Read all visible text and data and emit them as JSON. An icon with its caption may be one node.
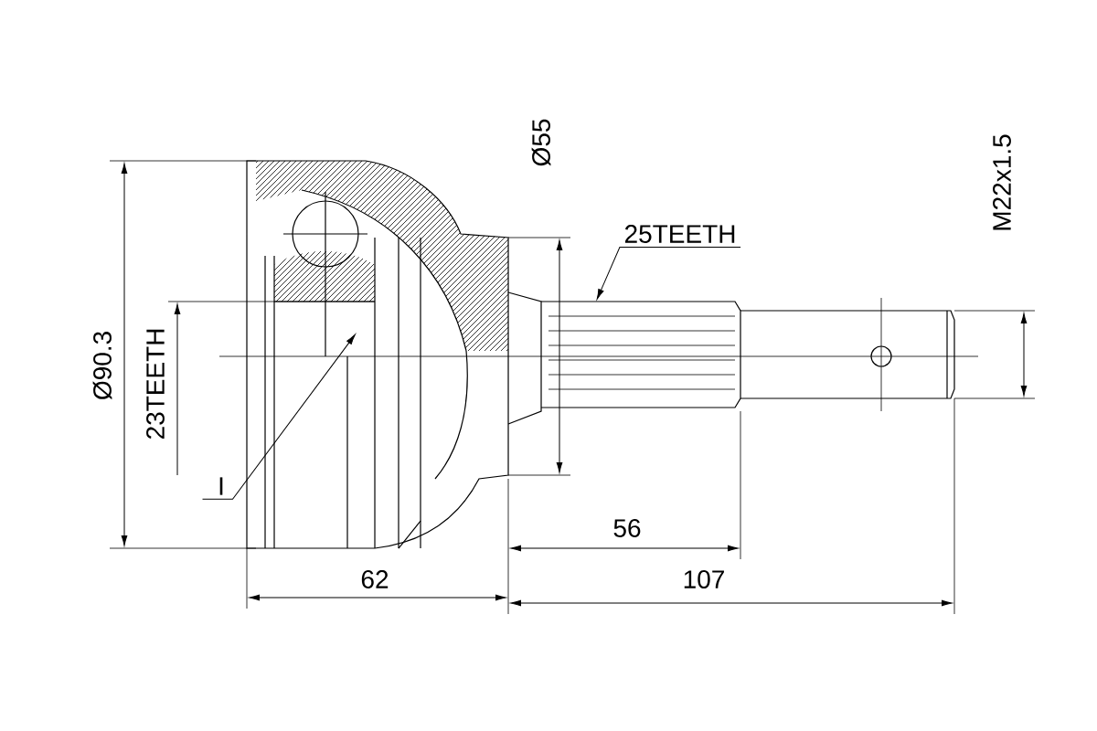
{
  "diagram": {
    "nodes": [
      {
        "text": [
          "25TEETH"
        ]
      },
      {
        "text": [
          "I"
        ]
      }
    ],
    "edges": [
      {
        "from": 0,
        "to": null,
        "arrow": "to"
      },
      {
        "from": 1,
        "to": null,
        "arrow": "to"
      }
    ],
    "labels": [
      "Ø55",
      "M22x1.5",
      "Ø90.3",
      "23TEETH",
      "56",
      "62",
      "107"
    ]
  }
}
